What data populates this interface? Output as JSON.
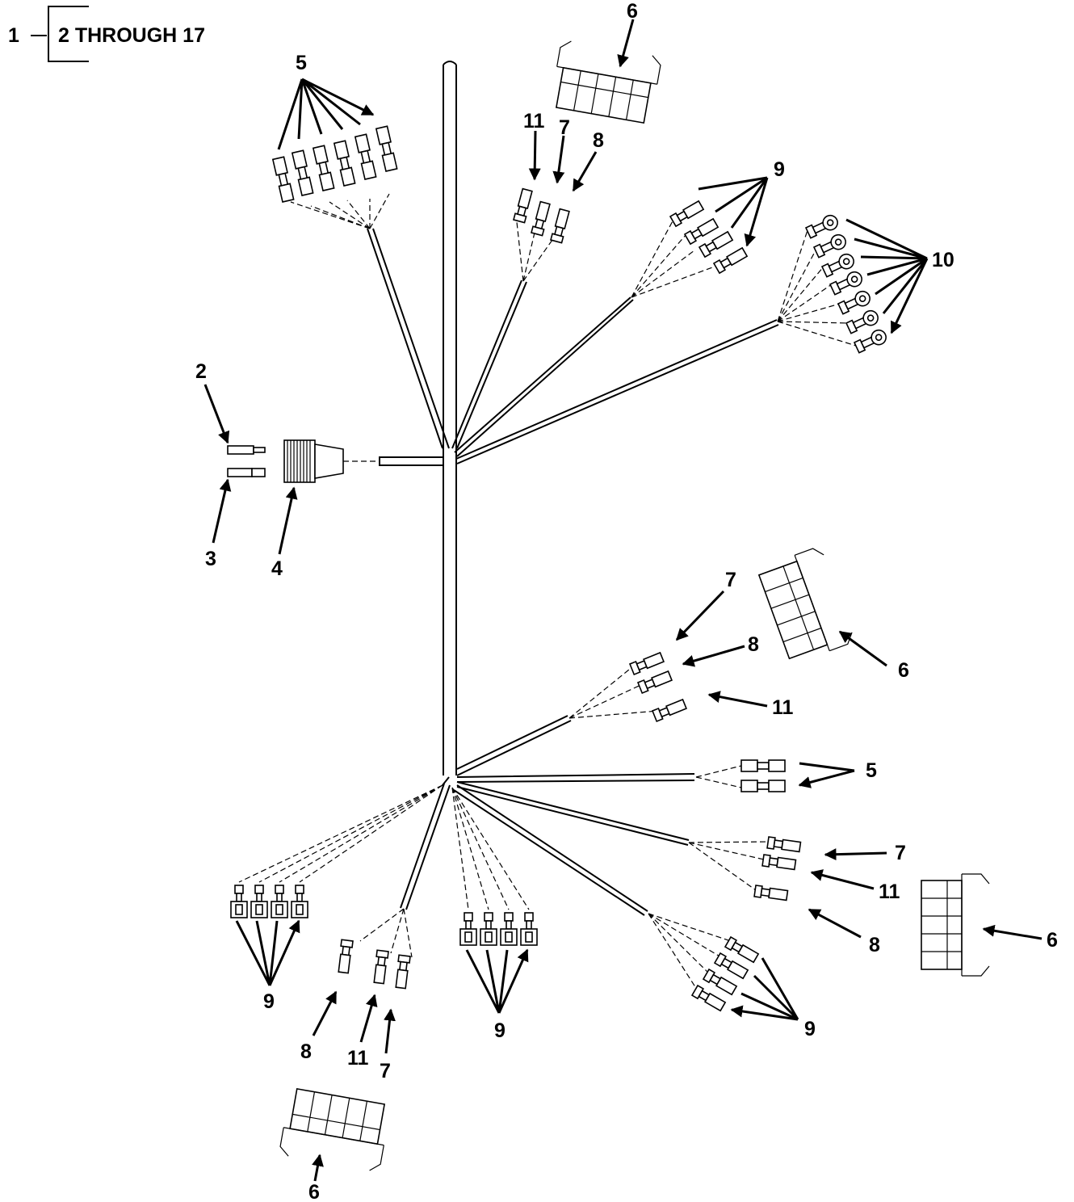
{
  "header": {
    "item_number": "1",
    "range_text": "2 THROUGH 17"
  },
  "callouts": {
    "c2": "2",
    "c3": "3",
    "c4": "4",
    "c5_top": "5",
    "c5_right": "5",
    "c6_top": "6",
    "c6_right_upper": "6",
    "c6_right_lower": "6",
    "c6_bottom": "6",
    "c7_top": "7",
    "c7_right_upper": "7",
    "c7_right_mid": "7",
    "c7_bottom": "7",
    "c8_top": "8",
    "c8_right_upper": "8",
    "c8_right_mid": "8",
    "c8_bottom": "8",
    "c9_top": "9",
    "c9_bottom_left": "9",
    "c9_bottom_center": "9",
    "c9_bottom_right": "9",
    "c10": "10",
    "c11_top": "11",
    "c11_right_upper": "11",
    "c11_right_mid": "11",
    "c11_bottom": "11"
  }
}
